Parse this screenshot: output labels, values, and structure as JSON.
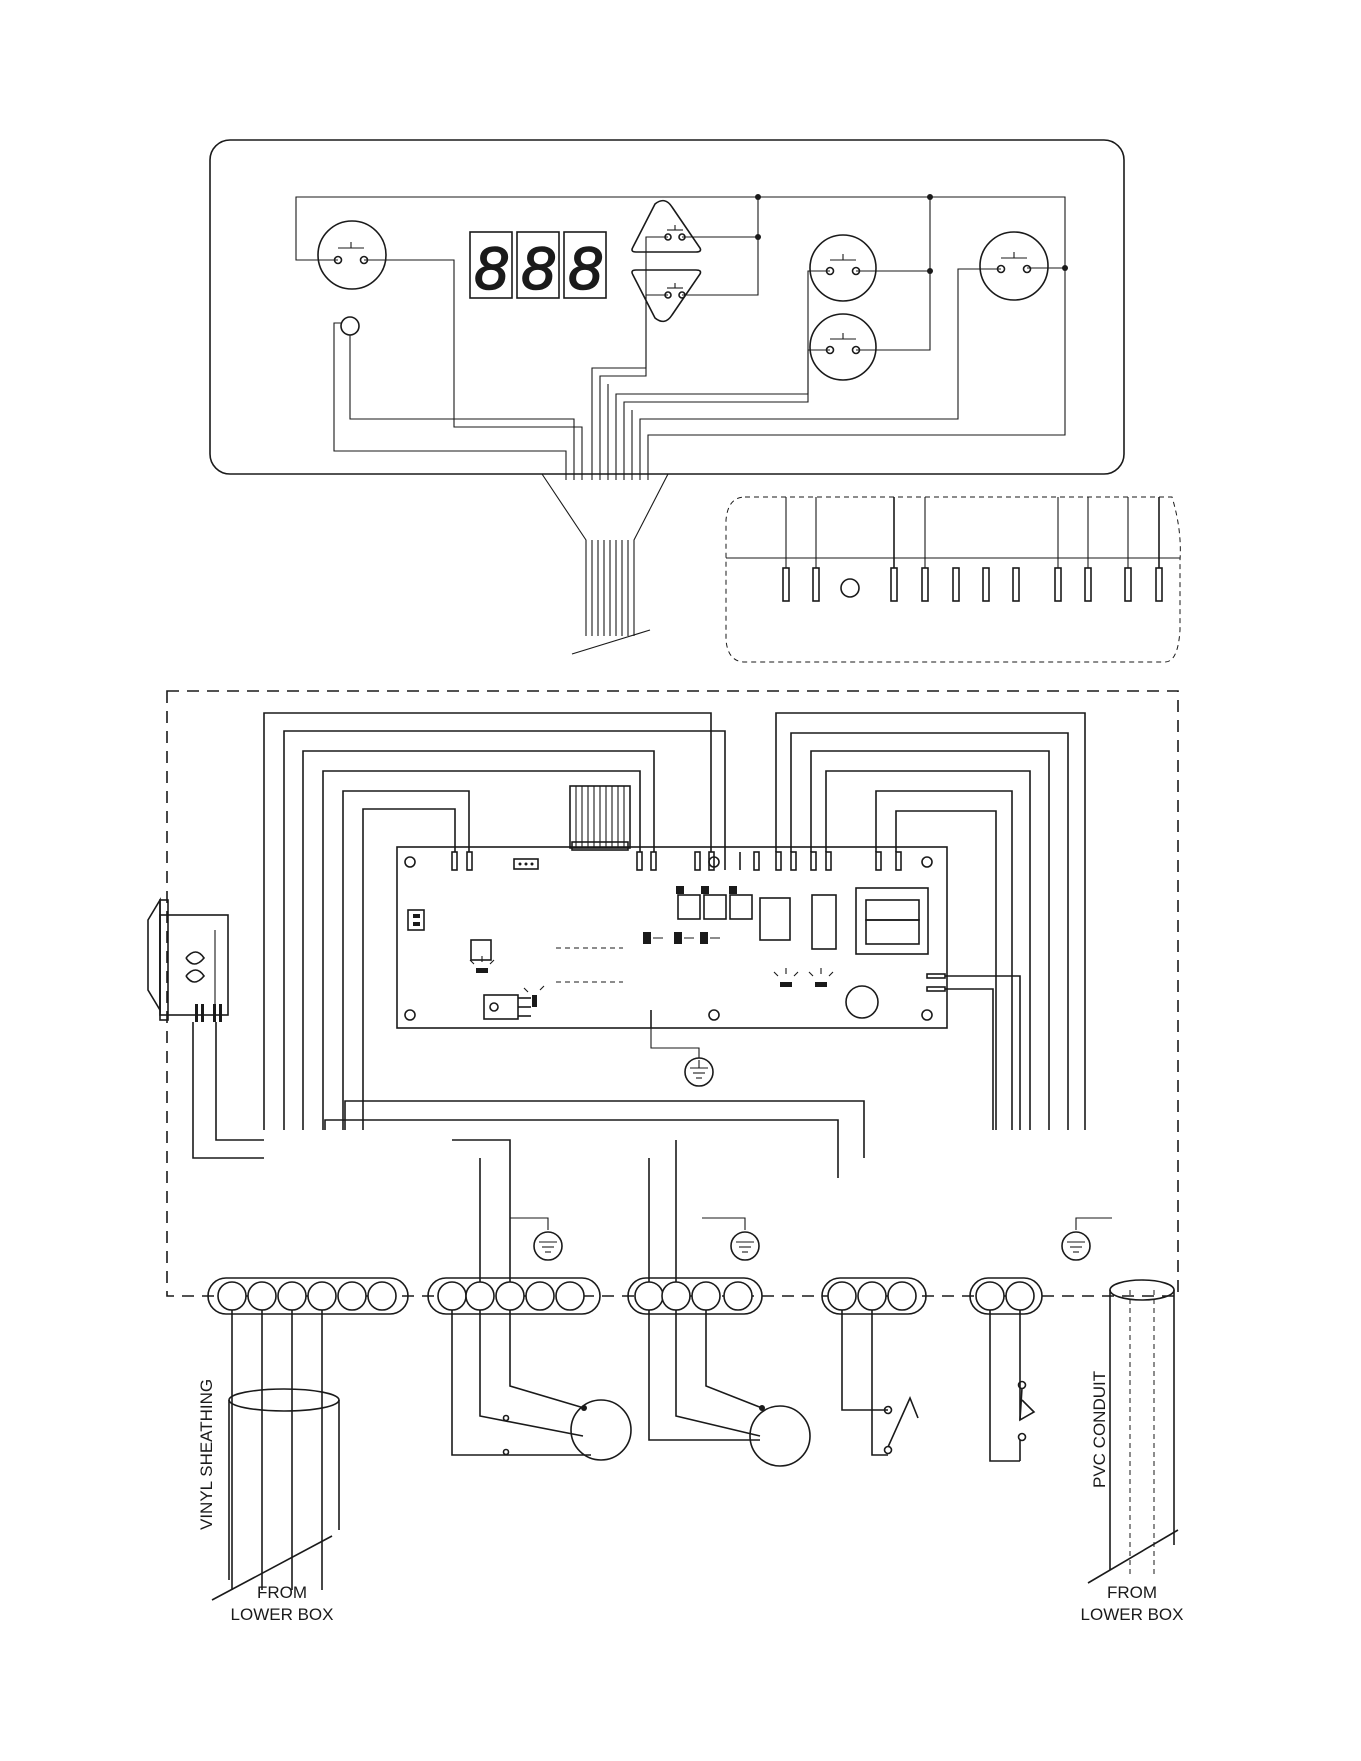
{
  "display": {
    "digits": [
      "8",
      "8",
      "8"
    ]
  },
  "labels": {
    "vinyl_sheathing": "VINYL SHEATHING",
    "pvc_conduit": "PVC CONDUIT",
    "from_lower_box_left": [
      "FROM",
      "LOWER BOX"
    ],
    "from_lower_box_right": [
      "FROM",
      "LOWER BOX"
    ]
  },
  "terminal_blocks": [
    {
      "id": "tb1",
      "positions": 6
    },
    {
      "id": "tb2",
      "positions": 5
    },
    {
      "id": "tb3",
      "positions": 4
    },
    {
      "id": "tb4",
      "positions": 3
    },
    {
      "id": "tb5",
      "positions": 2
    }
  ],
  "colors": {
    "line": "#1a1a1a",
    "background": "#ffffff"
  }
}
